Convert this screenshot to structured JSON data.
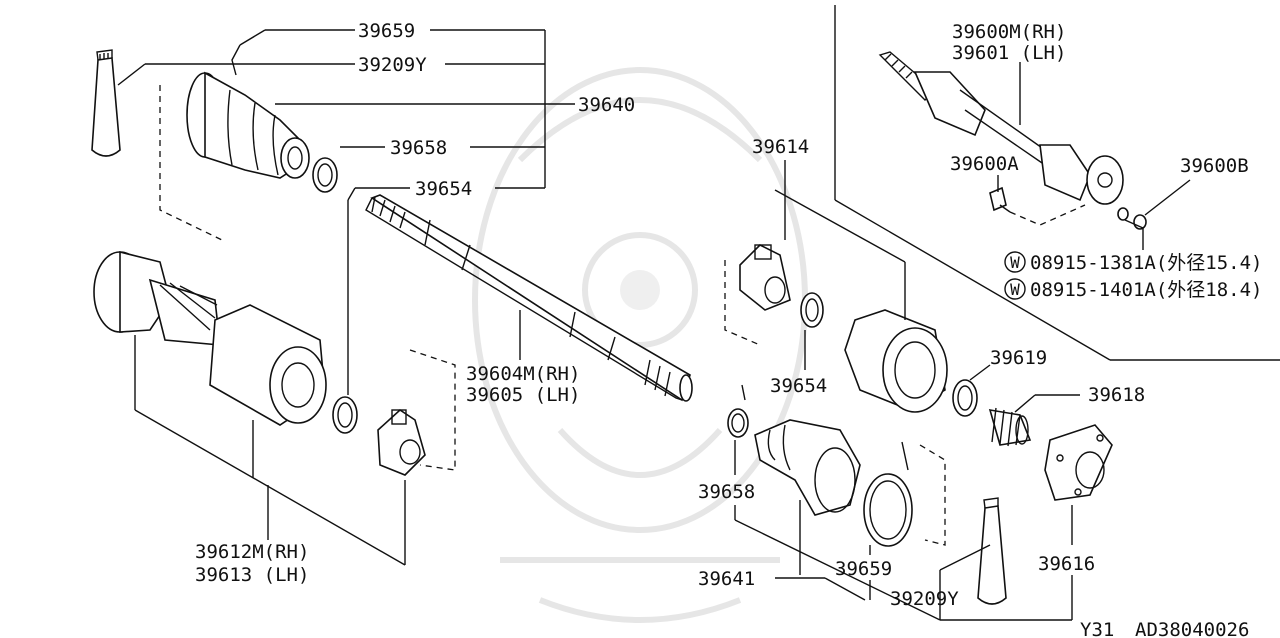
{
  "labels": {
    "p39659_top": "39659",
    "p39209Y_top": "39209Y",
    "p39640": "39640",
    "p39658_top": "39658",
    "p39654_top": "39654",
    "p39604": "39604M(RH)",
    "p39605": "39605 (LH)",
    "p39612": "39612M(RH)",
    "p39613": "39613 (LH)",
    "p39600M": "39600M(RH)",
    "p39601": "39601 (LH)",
    "p39600A": "39600A",
    "p39600B": "39600B",
    "p39614": "39614",
    "p39654_mid": "39654",
    "p39619": "39619",
    "p39618": "39618",
    "p39658_bot": "39658",
    "p39641": "39641",
    "p39659_bot": "39659",
    "p39209Y_bot": "39209Y",
    "p39616": "39616",
    "washer1": "08915-1381A(外径15.4)",
    "washer2": "08915-1401A(外径18.4)",
    "washer_symbol": "W"
  },
  "footer": {
    "model": "Y31",
    "diagram_code": "AD38040026"
  }
}
